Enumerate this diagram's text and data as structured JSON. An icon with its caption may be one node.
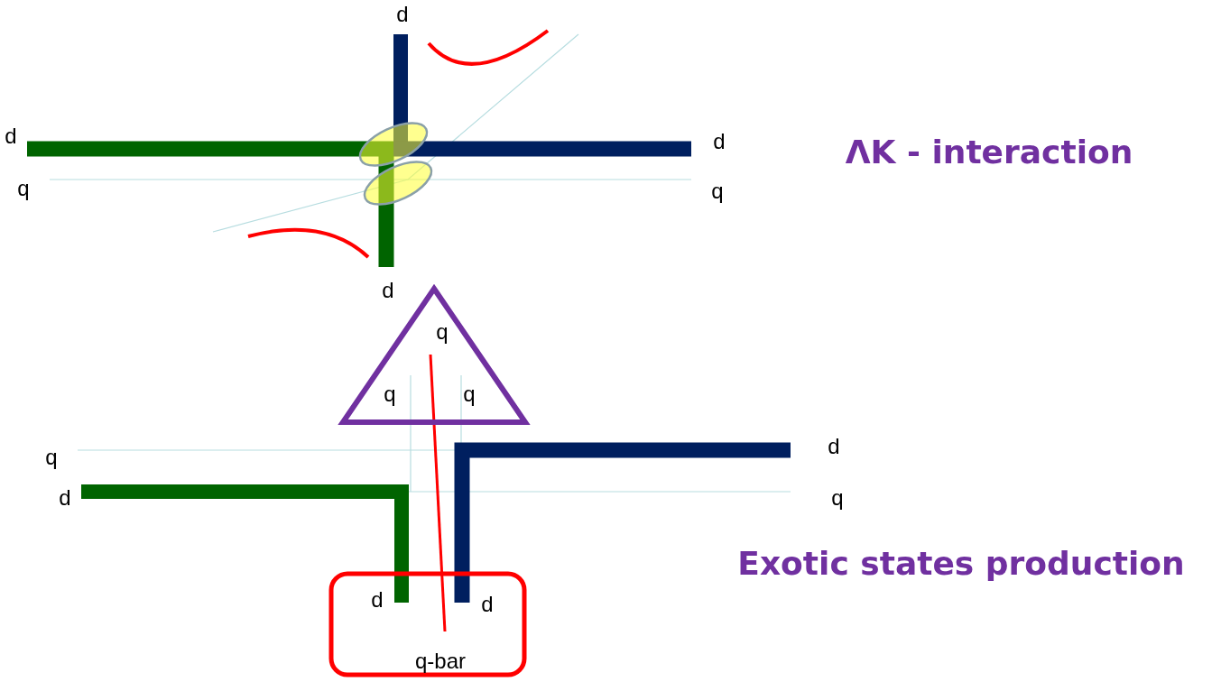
{
  "diagram": {
    "nodes": [
      {
        "text": [
          "q",
          "q",
          "q"
        ]
      },
      {
        "text": [
          "d",
          "d",
          "q-bar"
        ]
      }
    ],
    "edges": [
      {
        "from": 0,
        "to": 1,
        "arrow": "none",
        "color": "#ff0000"
      }
    ],
    "labels": [
      "d",
      "d",
      "d",
      "ΛK - interaction",
      "q",
      "q",
      "d",
      "q",
      "d",
      "d",
      "q",
      "Exotic states production"
    ]
  }
}
